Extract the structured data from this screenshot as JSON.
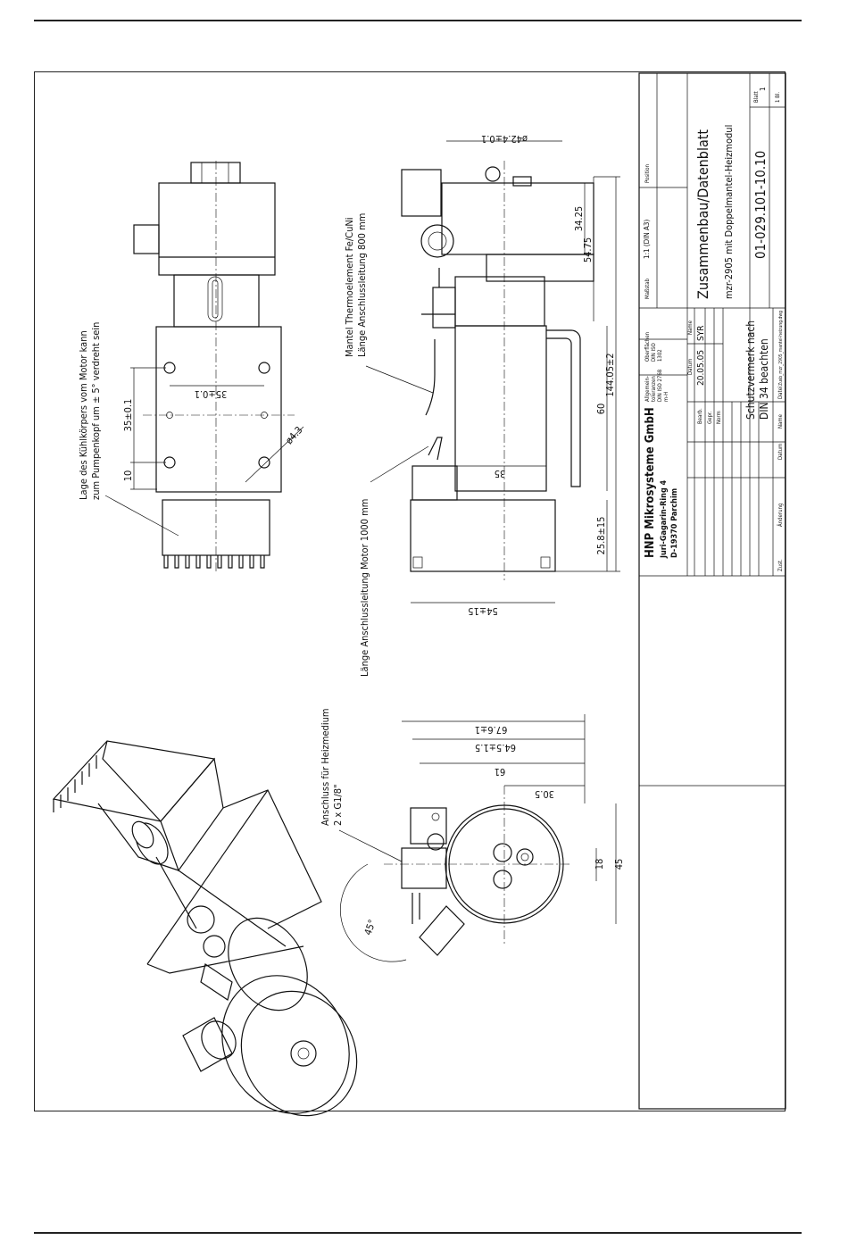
{
  "notes": {
    "heatsink_rotation": [
      "Lage des Kühlkörpers vom Motor kann",
      "zum Pumpenkopf um ± 5° verdreht sein"
    ],
    "thermocouple": [
      "Mantel Thermoelement Fe/CuNi",
      "Länge Anschlussleitung 800 mm"
    ],
    "motor_cable": "Länge Anschlussleitung Motor 1000 mm",
    "heating_port": [
      "Anschluss für Heizmedium",
      "2 x G1/8\""
    ]
  },
  "dimensions": {
    "d35_front": "35±0.1",
    "h35_front": "35±0.1",
    "h10_front": "10",
    "hole_dia": "ø4.3",
    "d42": "ø42.4±0.1",
    "d34_25": "34.25",
    "d54_75": "54.75",
    "d144": "144.05±2",
    "d60": "60",
    "d35_side": "35",
    "d25_8": "25.8±15",
    "d54": "54±15",
    "d67_6": "67.6±1",
    "d64_5": "64.5±1.5",
    "d61": "61",
    "d30_5": "30.5",
    "d18": "18",
    "d45": "45",
    "angle45": "45°"
  },
  "title_block": {
    "company": "HNP Mikrosysteme GmbH",
    "address1": "Juri-Gagarin-Ring 4",
    "address2": "D-19370 Parchim",
    "tolerance_label": [
      "Allgemein-",
      "toleranzen",
      "DIN ISO 2768",
      "m-H"
    ],
    "surface_label": [
      "Oberflächen",
      "DIN ISO",
      "1302"
    ],
    "scale_label": "Maßstab",
    "scale_value": "1:1 (DIN A3)",
    "position_label": "Position",
    "date_label": "Datum",
    "name_label": "Name",
    "row_bearb": "Bearb.",
    "row_gepr": "Gepr.",
    "row_norm": "Norm",
    "bearb_date": "20.05.05",
    "bearb_name": "SYR",
    "title": "Zusammenbau/Datenblatt",
    "subtitle": "mzr-2905 mit Doppelmantel-Heizmodul",
    "protection": [
      "Schutzvermerk nach",
      "DIN 34 beachten"
    ],
    "drawing_number": "01-029.101-10.10",
    "sheet_label": "Blatt",
    "sheet_value": "1",
    "sheets_total": "1 Bl.",
    "rev_zust": "Zust.",
    "rev_aenderung": "Änderung",
    "rev_datum": "Datum",
    "rev_name": "Name",
    "datei_label": "Datei",
    "datei_value": "Zusb_mzr_2905_mantel-heizung.dwg"
  }
}
